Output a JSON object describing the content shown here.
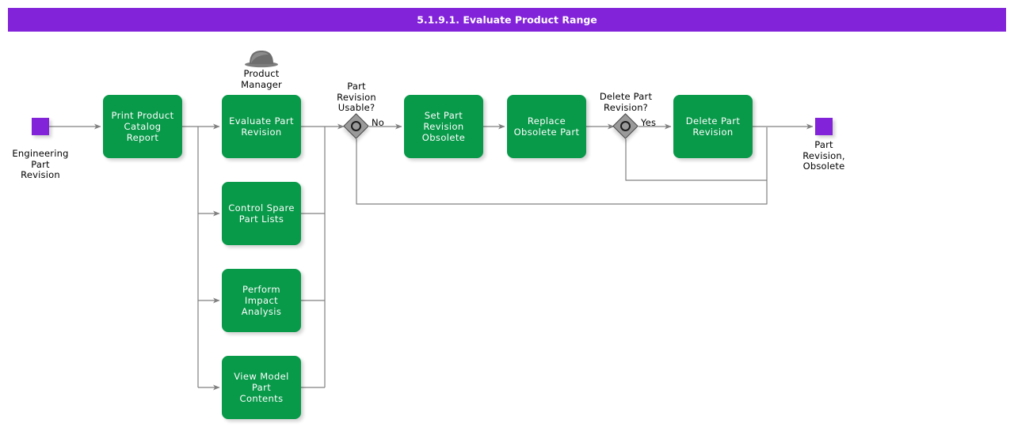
{
  "header": {
    "title": "5.1.9.1. Evaluate Product Range"
  },
  "colors": {
    "header_bar": "#8223d9",
    "activity_green": "#089949",
    "terminator_purple": "#8223d9",
    "decision_gray": "#9a9a9a",
    "connector_gray": "#808080",
    "text_on_green": "#ffffff",
    "text_label": "#000000"
  },
  "diagram": {
    "type": "flowchart",
    "start": {
      "name": "engineering-part-revision",
      "kind": "terminator",
      "label": "Engineering\nPart\nRevision"
    },
    "end": {
      "name": "part-revision-obsolete",
      "kind": "terminator",
      "label": "Part\nRevision,\nObsolete"
    },
    "role": {
      "name": "product-manager",
      "icon": "role-hat-icon",
      "label": "Product\nManager"
    },
    "activities": [
      {
        "name": "print-product-catalog-report",
        "label": "Print Product\nCatalog Report"
      },
      {
        "name": "evaluate-part-revision",
        "label": "Evaluate Part\nRevision"
      },
      {
        "name": "control-spare-part-lists",
        "label": "Control Spare\nPart Lists"
      },
      {
        "name": "perform-impact-analysis",
        "label": "Perform Impact\nAnalysis"
      },
      {
        "name": "view-model-part-contents",
        "label": "View Model Part\nContents"
      },
      {
        "name": "set-part-revision-obsolete",
        "label": "Set Part\nRevision\nObsolete"
      },
      {
        "name": "replace-obsolete-part",
        "label": "Replace\nObsolete Part"
      },
      {
        "name": "delete-part-revision",
        "label": "Delete Part\nRevision"
      }
    ],
    "decisions": [
      {
        "name": "part-revision-usable",
        "label": "Part\nRevision\nUsable?",
        "branch_label": "No"
      },
      {
        "name": "delete-part-revision-decision",
        "label": "Delete Part\nRevision?",
        "branch_label": "Yes"
      }
    ]
  }
}
